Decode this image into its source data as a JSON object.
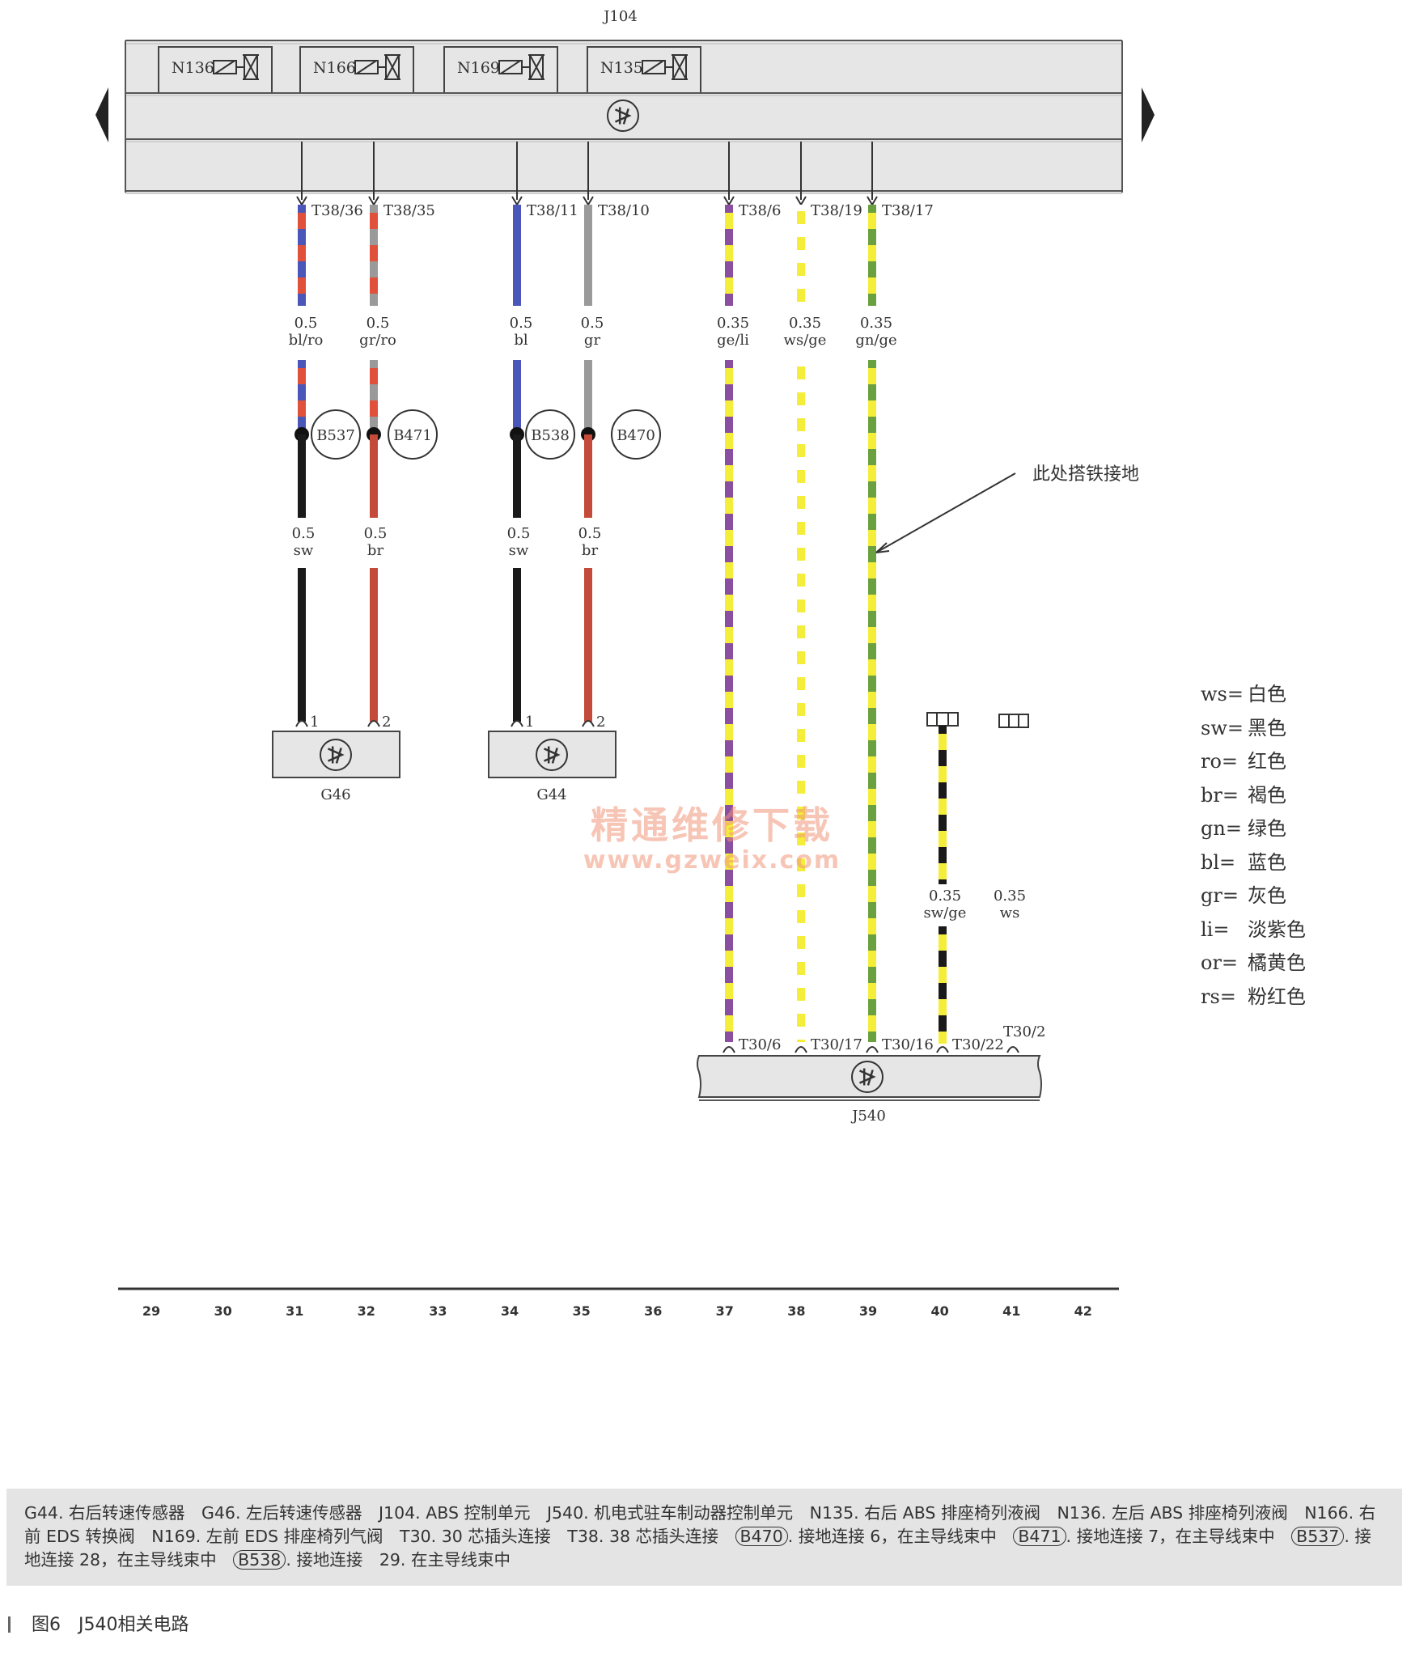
{
  "diagram": {
    "top_module": "J104",
    "valves": [
      "N136",
      "N166",
      "N169",
      "N135"
    ],
    "pins_top": [
      "T38/36",
      "T38/35",
      "T38/11",
      "T38/10",
      "T38/6",
      "T38/19",
      "T38/17"
    ],
    "wires_upper": [
      {
        "size": "0.5",
        "color": "bl/ro"
      },
      {
        "size": "0.5",
        "color": "gr/ro"
      },
      {
        "size": "0.5",
        "color": "bl"
      },
      {
        "size": "0.5",
        "color": "gr"
      },
      {
        "size": "0.35",
        "color": "ge/li"
      },
      {
        "size": "0.35",
        "color": "ws/ge"
      },
      {
        "size": "0.35",
        "color": "gn/ge"
      }
    ],
    "ground_points": [
      "B537",
      "B471",
      "B538",
      "B470"
    ],
    "wires_lower": [
      {
        "size": "0.5",
        "color": "sw"
      },
      {
        "size": "0.5",
        "color": "br"
      },
      {
        "size": "0.5",
        "color": "sw"
      },
      {
        "size": "0.5",
        "color": "br"
      }
    ],
    "sensor_pins": [
      "1",
      "2",
      "1",
      "2"
    ],
    "sensors": [
      "G46",
      "G44"
    ],
    "annotation": "此处搭铁接地",
    "right_wires": [
      {
        "size": "0.35",
        "color": "sw/ge"
      },
      {
        "size": "0.35",
        "color": "ws"
      }
    ],
    "pins_bottom": [
      "T30/6",
      "T30/17",
      "T30/16",
      "T30/22",
      "T30/2"
    ],
    "bottom_module": "J540",
    "scale_numbers": [
      "29",
      "30",
      "31",
      "32",
      "33",
      "34",
      "35",
      "36",
      "37",
      "38",
      "39",
      "40",
      "41",
      "42"
    ]
  },
  "legend": [
    {
      "code": "ws=",
      "name": "白色"
    },
    {
      "code": "sw=",
      "name": "黑色"
    },
    {
      "code": "ro=",
      "name": "红色"
    },
    {
      "code": "br=",
      "name": "褐色"
    },
    {
      "code": "gn=",
      "name": "绿色"
    },
    {
      "code": "bl=",
      "name": "蓝色"
    },
    {
      "code": "gr=",
      "name": "灰色"
    },
    {
      "code": "li=",
      "name": "淡紫色"
    },
    {
      "code": "or=",
      "name": "橘黄色"
    },
    {
      "code": "rs=",
      "name": "粉红色"
    }
  ],
  "watermark": {
    "text": "精通维修下载",
    "url": "www.gzweix.com"
  },
  "caption": {
    "p1": "G44. 右后转速传感器　G46. 左后转速传感器　J104. ABS 控制单元　J540. 机电式驻车制动器控制单元　N135. 右后 ABS 排座椅列液阀　N136. 左后 ABS 排座椅列液阀　N166. 右前 EDS 转换阀　N169. 左前 EDS 排座椅列气阀　T30. 30 芯插头连接　T38. 38 芯插头连接　",
    "r1": "B470",
    "p2": ". 接地连接 6，在主导线束中　",
    "r2": "B471",
    "p3": ". 接地连接 7，在主导线束中　",
    "r3": "B537",
    "p4": ". 接地连接 28，在主导线束中　",
    "r4": "B538",
    "p5": ". 接地连接　29. 在主导线束中"
  },
  "figure_title": "图6　J540相关电路",
  "colors": {
    "blue": "#4a56b8",
    "red": "#e0503a",
    "grey": "#9a9a9a",
    "purple": "#8a4fa0",
    "yellow": "#f4ee3a",
    "green": "#6aa040",
    "black": "#1a1a1a",
    "brown": "#c44a3a"
  }
}
